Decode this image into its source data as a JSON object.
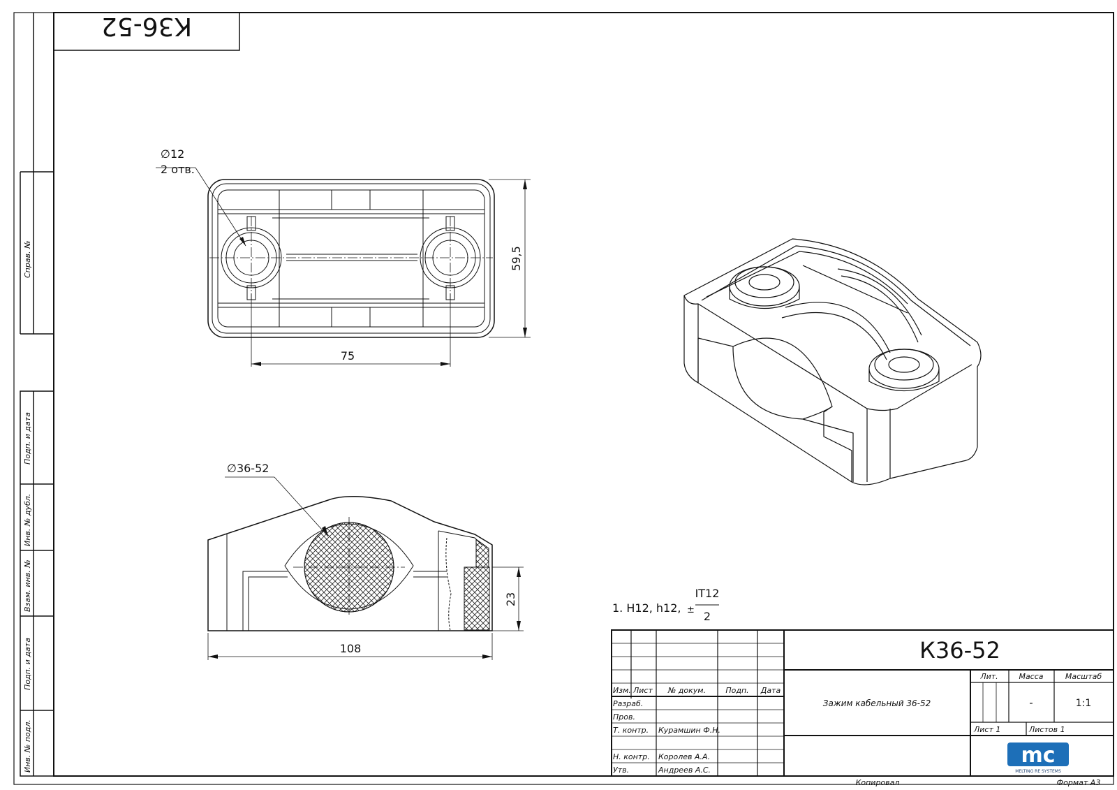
{
  "drawing": {
    "designation": "К36-52",
    "mirrored_designation": "К36-52",
    "title": "Зажим кабельный 36-52",
    "note": {
      "prefix": "1. H12, h12,",
      "pm": "±",
      "numerator": "IT12",
      "denominator": "2"
    },
    "dimensions": {
      "hole_dia": "∅12",
      "hole_count": "2 отв.",
      "hole_spacing": "75",
      "width": "59,5",
      "cable_dia": "∅36-52",
      "length": "108",
      "height": "23"
    },
    "side_stamp": {
      "sprav": "Справ. №",
      "podp1": "Подп. и дата",
      "inv_dubl": "Инв. № дубл.",
      "vzam_inv": "Взам. инв. №",
      "podp2": "Подп. и дата",
      "inv_podl": "Инв. № подл."
    },
    "titleblock": {
      "headers": {
        "izm": "Изм.",
        "list": "Лист",
        "doc": "№ докум.",
        "podp": "Подп.",
        "data": "Дата"
      },
      "roles": [
        "Разраб.",
        "Пров.",
        "Т. контр.",
        "Н. контр.",
        "Утв."
      ],
      "names": {
        "tkontr": "Курамшин Ф.Н.",
        "nkontr": "Королев А.А.",
        "utv": "Андреев А.С."
      },
      "lit": "Лит.",
      "massa_label": "Масса",
      "scale_label": "Масштаб",
      "massa": "-",
      "scale": "1:1",
      "sheet": "Лист 1",
      "sheets": "Листов 1",
      "logo": "mc",
      "logo_caption": "MELTING RE SYSTEMS",
      "copied": "Копировал",
      "format": "Формат А3"
    }
  }
}
